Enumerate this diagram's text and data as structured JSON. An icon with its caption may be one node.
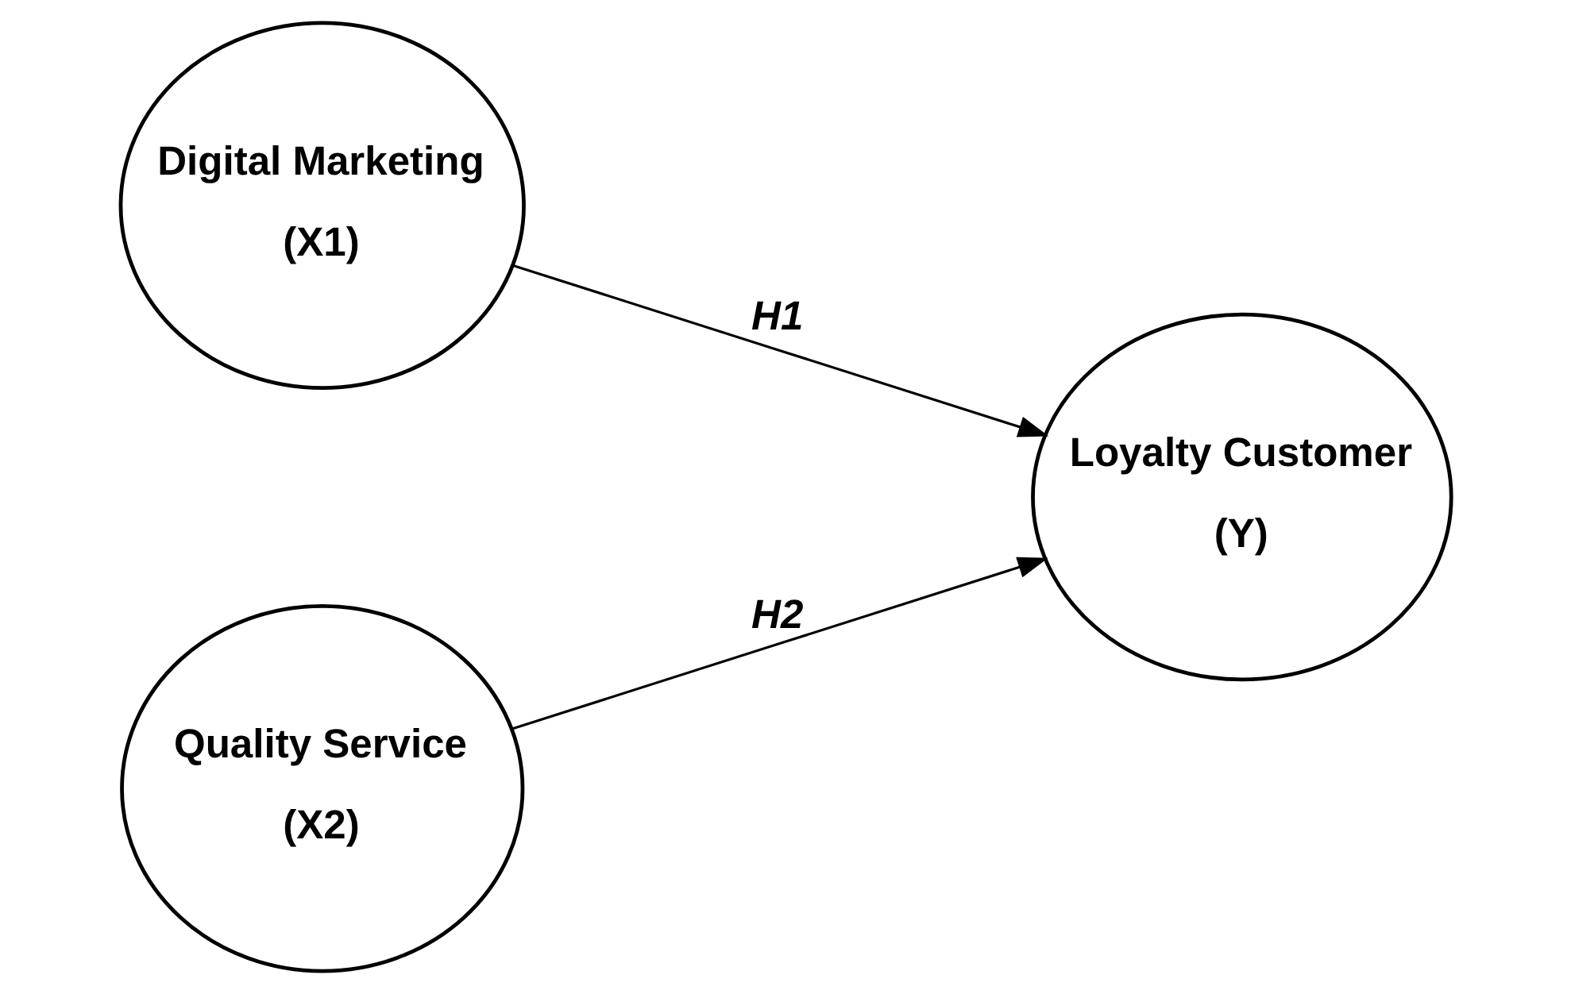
{
  "diagram": {
    "nodes": [
      {
        "text": [
          "Digital Marketing",
          "(X1)"
        ]
      },
      {
        "text": [
          "Quality Service",
          "(X2)"
        ]
      },
      {
        "text": [
          "Loyalty Customer",
          "(Y)"
        ]
      }
    ],
    "edges": [
      {
        "from": 0,
        "to": 2,
        "arrow": "to",
        "label": "H1"
      },
      {
        "from": 1,
        "to": 2,
        "arrow": "to",
        "label": "H2"
      }
    ]
  }
}
